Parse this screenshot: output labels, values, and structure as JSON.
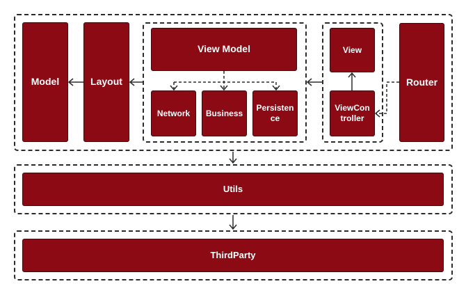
{
  "modules": {
    "model": "Model",
    "layout": "Layout",
    "view_model": "View Model",
    "network": "Network",
    "business": "Business",
    "persistence": "Persistence",
    "view": "View",
    "view_controller": "ViewController",
    "router": "Router",
    "utils": "Utils",
    "third_party": "ThirdParty"
  },
  "colors": {
    "box_fill": "#8c0a13",
    "box_border": "#3a0a0d",
    "text": "#ffffff",
    "line": "#2b2b2b"
  }
}
